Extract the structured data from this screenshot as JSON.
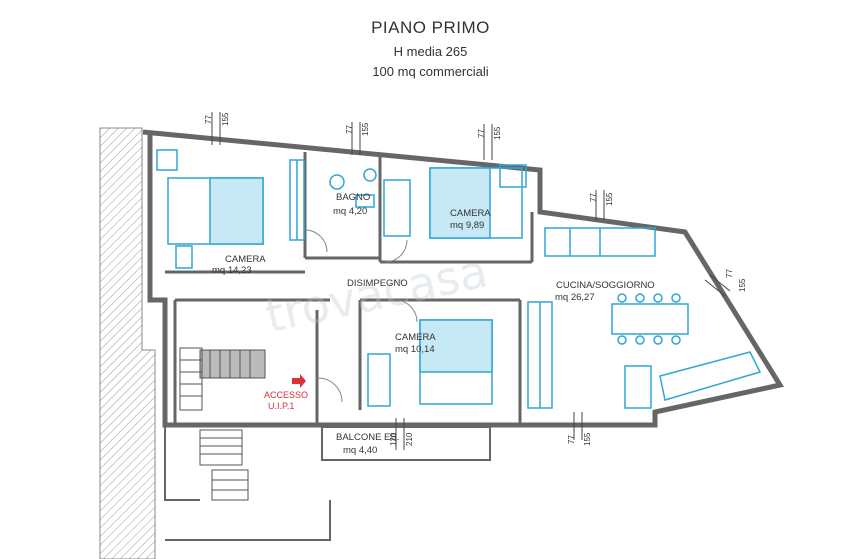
{
  "header": {
    "title": "PIANO PRIMO",
    "height": "H media 265",
    "area": "100 mq commerciali"
  },
  "rooms": {
    "camera1": {
      "name": "CAMERA",
      "area": "mq 14,23"
    },
    "bagno": {
      "name": "BAGNO",
      "area": "mq 4,20"
    },
    "camera2": {
      "name": "CAMERA",
      "area": "mq 9,89"
    },
    "disimpegno": {
      "name": "DISIMPEGNO"
    },
    "cucina": {
      "name": "CUCINA/SOGGIORNO",
      "area": "mq 26,27"
    },
    "camera3": {
      "name": "CAMERA",
      "area": "mq 10,14"
    },
    "balcone": {
      "name": "BALCONE ES.",
      "area": "mq 4,40"
    }
  },
  "access": {
    "line1": "ACCESSO",
    "line2": "U.I.P.1"
  },
  "window_dims": {
    "a": "77",
    "b": "155",
    "c": "120",
    "d": "210"
  },
  "watermark": "trovacasa",
  "colors": {
    "wall": "#666666",
    "furniture": "#2fa6d6",
    "bed": "#2fa6d6",
    "access": "#d9303a"
  }
}
